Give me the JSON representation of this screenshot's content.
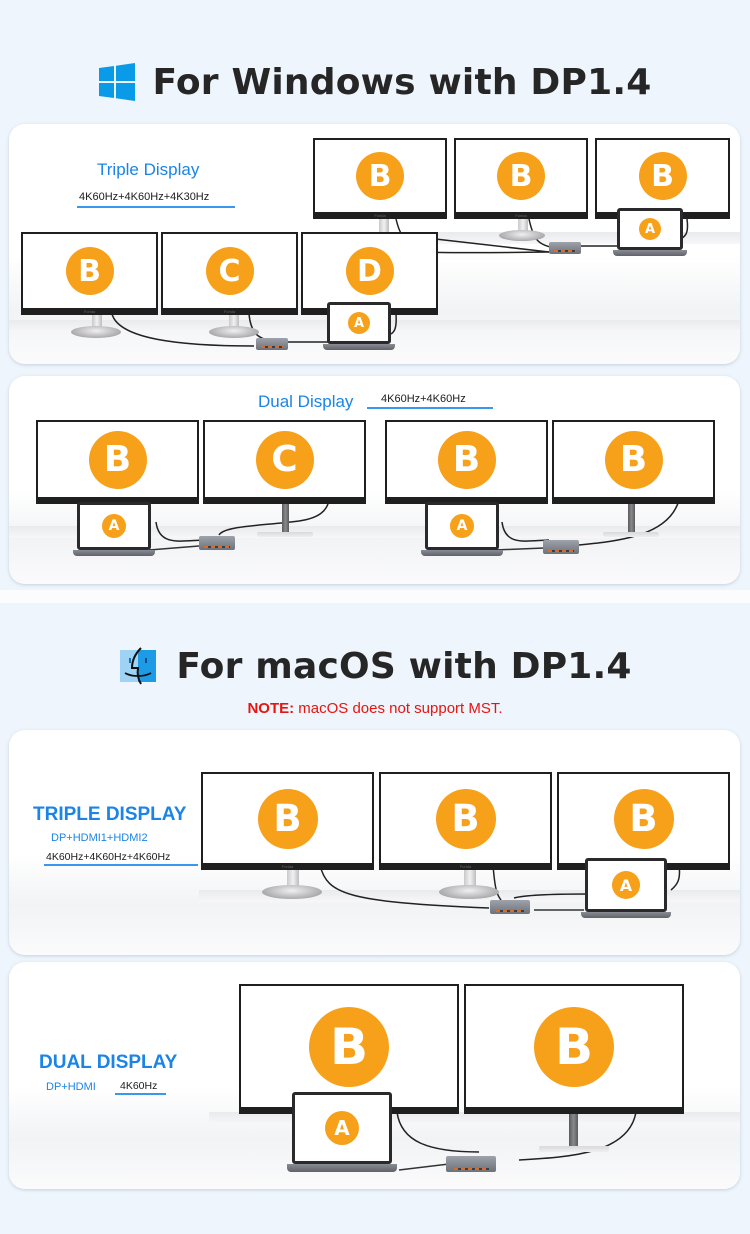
{
  "windows": {
    "icon": "windows-logo-icon",
    "title": "For Windows with DP1.4",
    "triple": {
      "label": "Triple Display",
      "spec": "4K60Hz+4K60Hz+4K30Hz",
      "setup_top": {
        "monitors": [
          "B",
          "B",
          "B"
        ],
        "laptop": "A"
      },
      "setup_bottom": {
        "monitors": [
          "B",
          "C",
          "D"
        ],
        "laptop": "A"
      }
    },
    "dual": {
      "label": "Dual Display",
      "spec": "4K60Hz+4K60Hz",
      "setup_left": {
        "monitors": [
          "B",
          "C"
        ],
        "laptop": "A"
      },
      "setup_right": {
        "monitors": [
          "B",
          "B"
        ],
        "laptop": "A"
      }
    }
  },
  "macos": {
    "icon": "macos-finder-icon",
    "title": "For macOS with DP1.4",
    "note_label": "NOTE:",
    "note_text": " macOS does not support MST.",
    "triple": {
      "label": "TRIPLE DISPLAY",
      "ports": "DP+HDMI1+HDMI2",
      "spec": "4K60Hz+4K60Hz+4K60Hz",
      "monitors": [
        "B",
        "B",
        "B"
      ],
      "laptop": "A"
    },
    "dual": {
      "label": "DUAL DISPLAY",
      "ports": "DP+HDMI",
      "spec": "4K60Hz",
      "monitors": [
        "B",
        "B"
      ],
      "laptop": "A"
    }
  },
  "monitor_brand": "Forida",
  "colors": {
    "background": "#eef5fc",
    "badge_orange": "#f7a01a",
    "label_blue": "#1b84e6",
    "note_red": "#e8140f",
    "heading_dark": "#262626",
    "windows_blue": "#0a9be8"
  }
}
